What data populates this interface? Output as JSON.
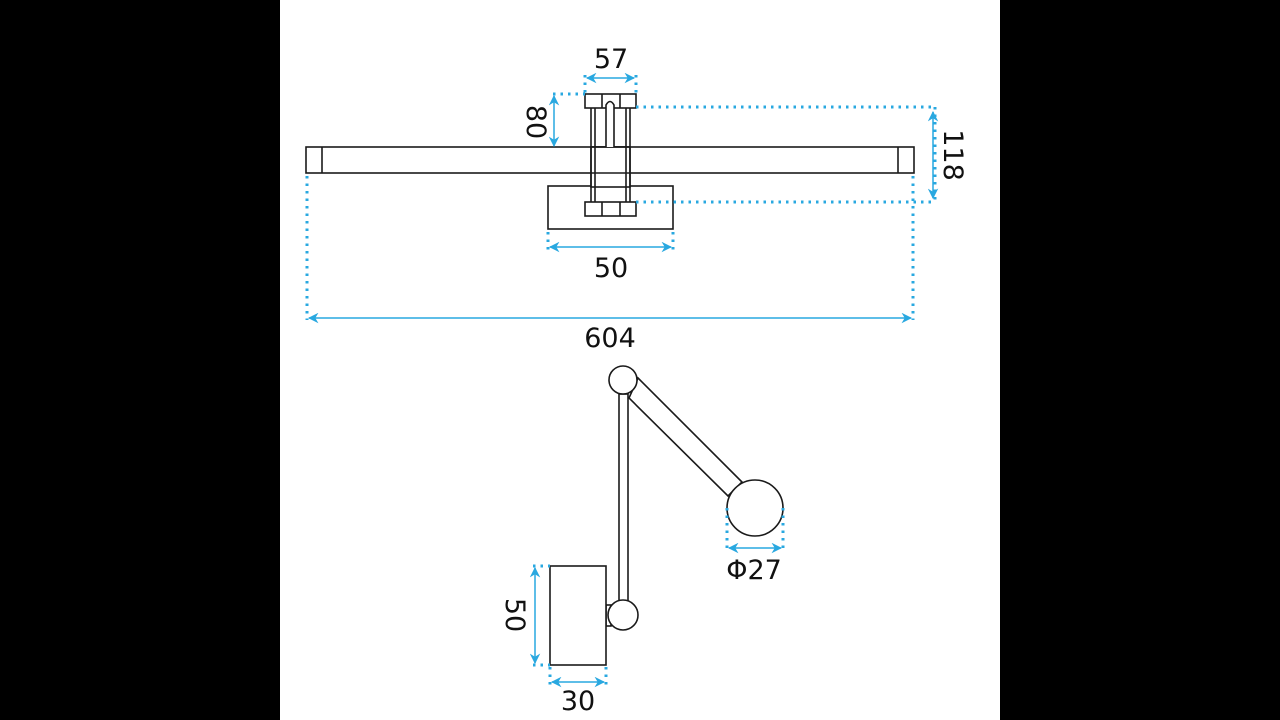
{
  "colors": {
    "dimension": "#29a8e0",
    "outline": "#1a1a1a",
    "background": "#ffffff",
    "margins": "#000000"
  },
  "front_view": {
    "dims": {
      "bracket_width": "57",
      "bracket_offset": "80",
      "total_height": "118",
      "base_width": "50",
      "total_length": "604"
    }
  },
  "side_view": {
    "dims": {
      "head_diameter": "Φ27",
      "base_height": "50",
      "base_depth": "30"
    }
  }
}
